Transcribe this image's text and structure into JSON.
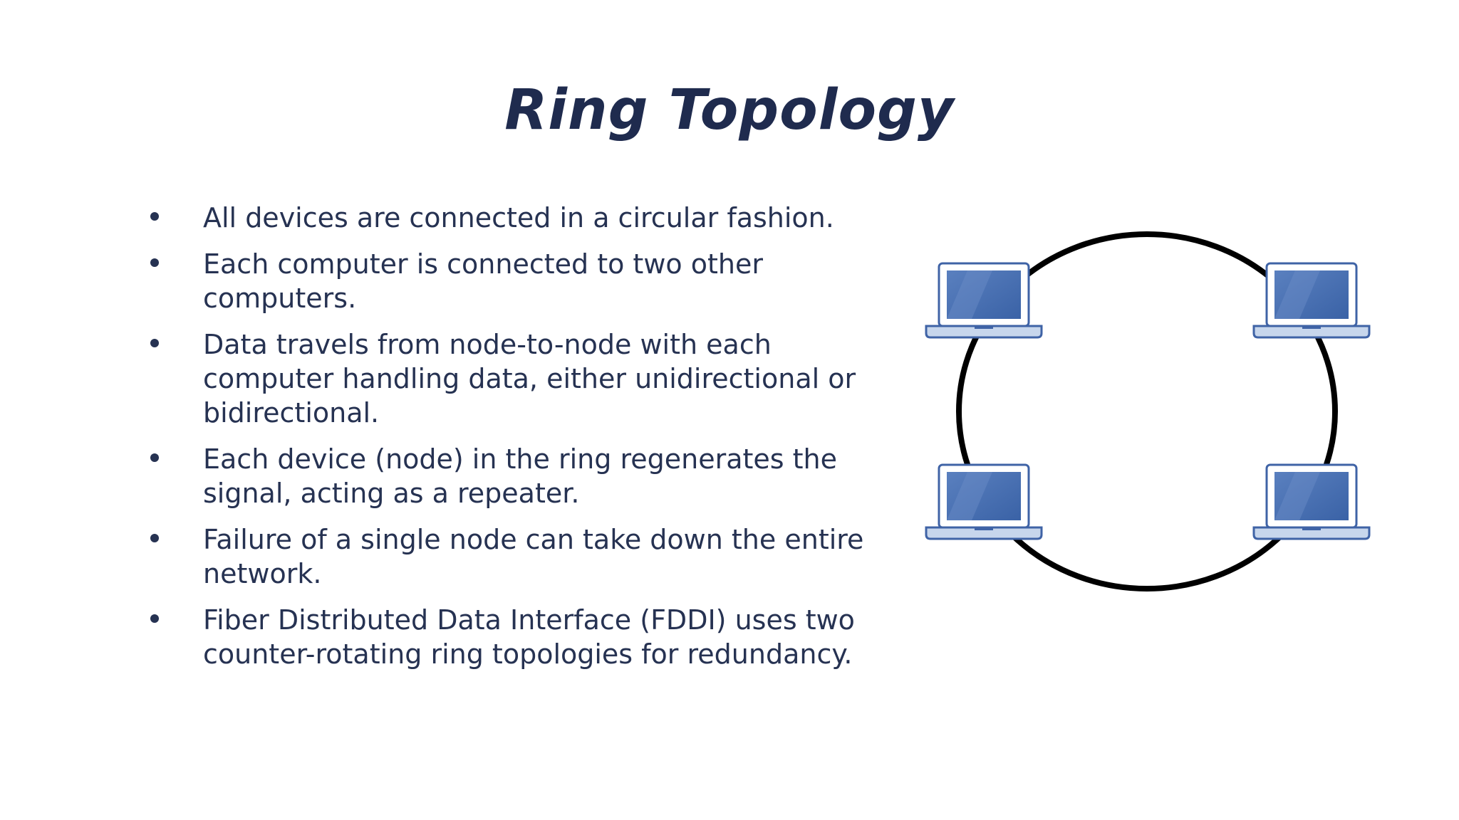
{
  "slide": {
    "title": "Ring Topology",
    "bullets": [
      "All devices are connected in a circular fashion.",
      "Each computer is connected to two other computers.",
      "Data travels from node-to-node with each computer handling data, either unidirectional or bidirectional.",
      "Each device (node) in the ring regenerates the signal, acting as a repeater.",
      "Failure of a single node can take down the entire network.",
      "Fiber Distributed Data Interface (FDDI) uses two counter-rotating ring topologies for redundancy."
    ]
  },
  "diagram": {
    "ring_color": "#000000",
    "laptop_frame_color": "#3f63a6",
    "laptop_screen_color": "#3d65a8",
    "laptop_base_color": "#b9cce6",
    "nodes": [
      {
        "icon": "laptop-icon"
      },
      {
        "icon": "laptop-icon"
      },
      {
        "icon": "laptop-icon"
      },
      {
        "icon": "laptop-icon"
      }
    ]
  }
}
